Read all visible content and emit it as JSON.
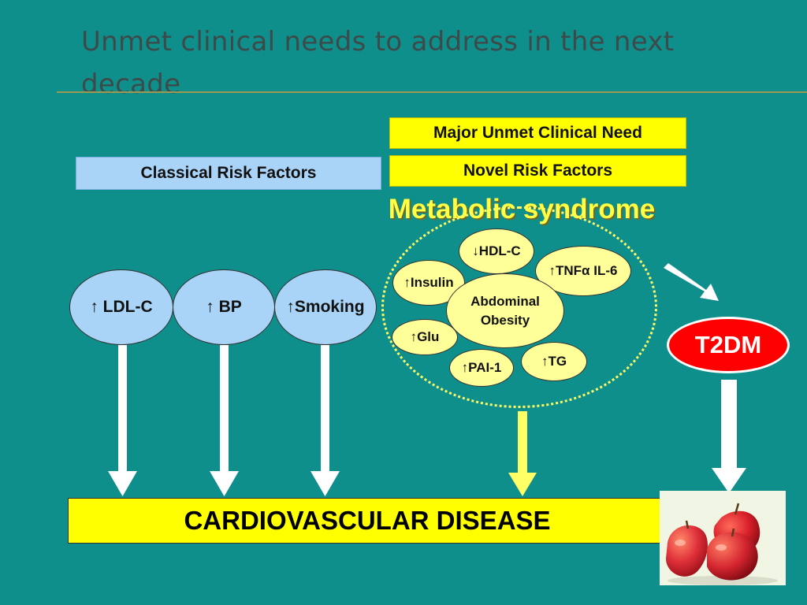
{
  "slide": {
    "title": "Unmet clinical needs to address in the next decade"
  },
  "headers": {
    "major_unmet_need": "Major Unmet Clinical Need",
    "novel_risk_factors": "Novel Risk Factors",
    "classical_risk_factors": "Classical Risk Factors"
  },
  "classical_factors": {
    "ldl": "↑ LDL-C",
    "bp": "↑ BP",
    "smoking": "↑Smoking"
  },
  "metabolic_syndrome": {
    "label": "Metabolic syndrome",
    "center": "Abdominal Obesity",
    "factors": {
      "hdl": "↓HDL-C",
      "tnf": "↑TNFα IL-6",
      "insulin": "↑Insulin",
      "glu": "↑Glu",
      "pai": "↑PAI-1",
      "tg": "↑TG"
    }
  },
  "outcomes": {
    "t2dm": "T2DM",
    "cvd": "CARDIOVASCULAR DISEASE"
  },
  "colors": {
    "background": "#0f8f8b",
    "yellow_box": "#ffff00",
    "blue_box": "#a9d4f8",
    "metabolic_ellipse": "#ffff99",
    "t2dm": "#ff0000",
    "metabolic_arrow": "#ffff66"
  }
}
